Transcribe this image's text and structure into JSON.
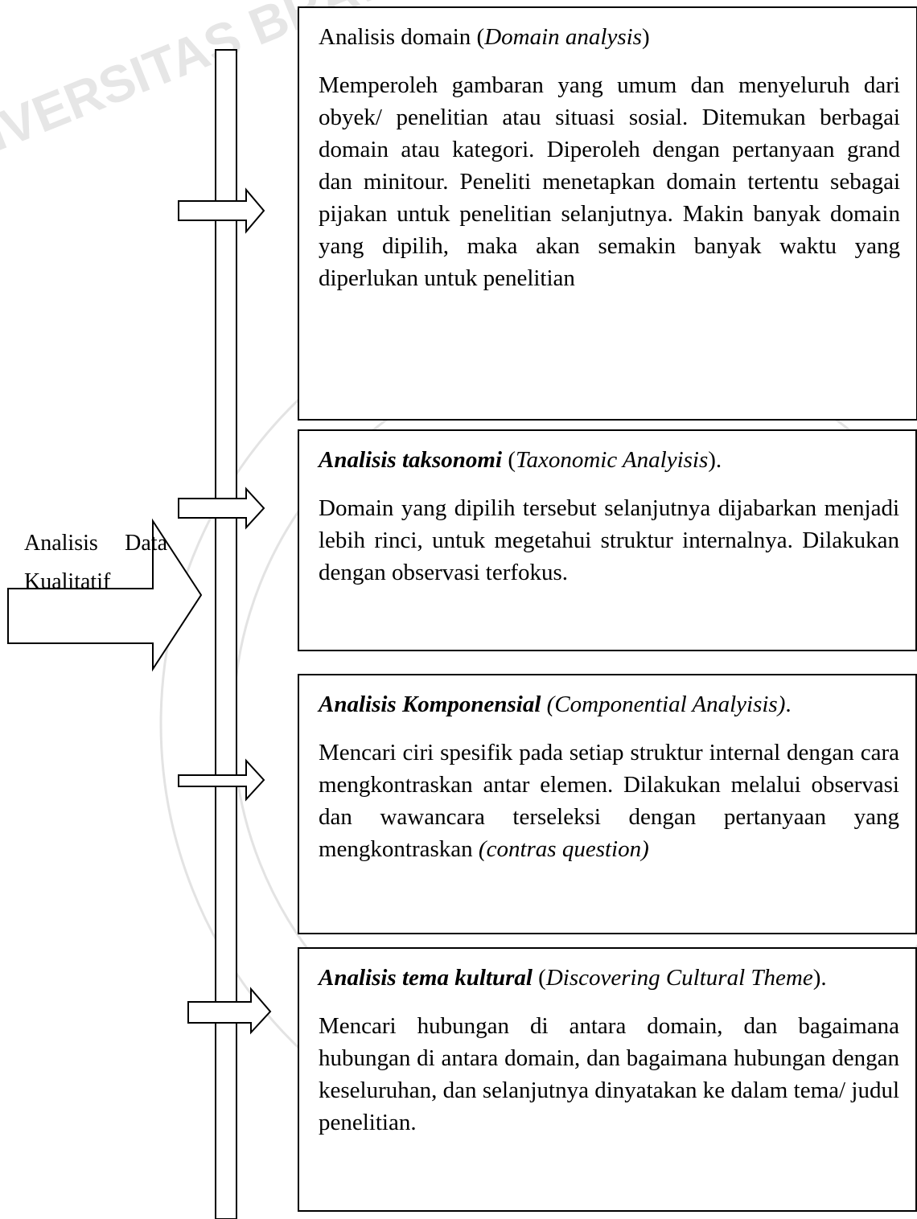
{
  "left_label": {
    "word1": "Analisis",
    "word2": "Data",
    "line2": "Kualitatif"
  },
  "boxes": [
    {
      "title_plain": "Analisis domain (",
      "title_italic": "Domain analysis",
      "title_end": ")",
      "body": "Memperoleh gambaran yang umum dan menyeluruh dari obyek/ penelitian atau situasi sosial. Ditemukan berbagai domain atau kategori. Diperoleh dengan pertanyaan grand dan minitour. Peneliti menetapkan domain tertentu sebagai pijakan untuk penelitian selanjutnya. Makin banyak domain yang dipilih, maka akan semakin banyak waktu yang diperlukan untuk penelitian"
    },
    {
      "title_bold": "Analisis taksonomi",
      "title_mid": " (",
      "title_italic": "Taxonomic Analyisis",
      "title_end": ").",
      "body": "Domain yang dipilih tersebut selanjutnya dijabarkan menjadi lebih rinci, untuk megetahui struktur internalnya. Dilakukan dengan observasi terfokus."
    },
    {
      "title_bold": "Analisis Komponensial",
      "title_mid": " ",
      "title_italic": "(Componential Analyisis)",
      "title_end": ".",
      "body": "Mencari ciri spesifik pada setiap struktur internal dengan cara mengkontraskan antar elemen. Dilakukan melalui observasi dan wawancara terseleksi dengan pertanyaan yang mengkontraskan ",
      "body_italic": "(contras question)"
    },
    {
      "title_bold": "Analisis tema kultural",
      "title_mid": " (",
      "title_italic": "Discovering Cultural Theme",
      "title_end": ").",
      "body": "Mencari hubungan di antara domain, dan bagaimana hubungan di antara domain, dan bagaimana hubungan dengan keseluruhan, dan selanjutnya dinyatakan ke dalam tema/ judul penelitian."
    }
  ],
  "watermark": {
    "text": "UNIVERSITAS BRAWIJAYA",
    "color": "#d9d9d9"
  },
  "colors": {
    "line": "#000000",
    "fill": "#ffffff"
  }
}
